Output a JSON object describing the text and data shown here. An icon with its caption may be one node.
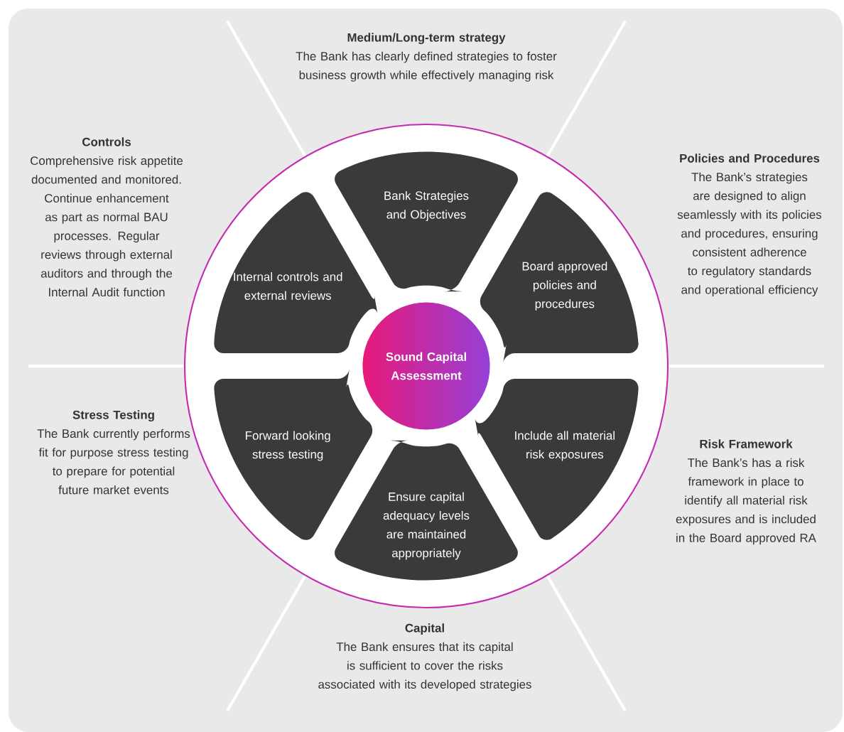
{
  "diagram": {
    "nodes": [
      {
        "text": [
          "Medium/Long-term strategy",
          "The Bank has clearly defined strategies to foster business growth while effectively managing risk"
        ]
      },
      {
        "text": [
          "Controls",
          "Comprehensive risk appetite documented and monitored. Continue enhancement as part as normal BAU processes. Regular reviews through external auditors and through the Internal Audit function"
        ]
      },
      {
        "text": [
          "Policies and Procedures",
          "The Bank’s strategies are designed to align seamlessly with its policies and procedures, ensuring consistent adherence to regulatory standards and operational efficiency"
        ]
      },
      {
        "text": [
          "Stress Testing",
          "The Bank currently performs fit for purpose stress testing to prepare for potential future market events"
        ]
      },
      {
        "text": [
          "Risk Framework",
          "The Bank’s has a risk framework in place to identify all material risk exposures and is included in the Board approved RA"
        ]
      },
      {
        "text": [
          "Capital",
          "The Bank ensures that its capital is sufficient to cover the risks associated with its developed strategies"
        ]
      },
      {
        "text": [
          "Sound Capital Assessment"
        ]
      },
      {
        "text": [
          "Bank Strategies and Objectives"
        ]
      },
      {
        "text": [
          "Board approved policies and procedures"
        ]
      },
      {
        "text": [
          "Include all material risk exposures"
        ]
      },
      {
        "text": [
          "Ensure capital adequacy levels are maintained appropriately"
        ]
      },
      {
        "text": [
          "Forward looking stress testing"
        ]
      },
      {
        "text": [
          "Internal controls and external reviews"
        ]
      }
    ]
  }
}
